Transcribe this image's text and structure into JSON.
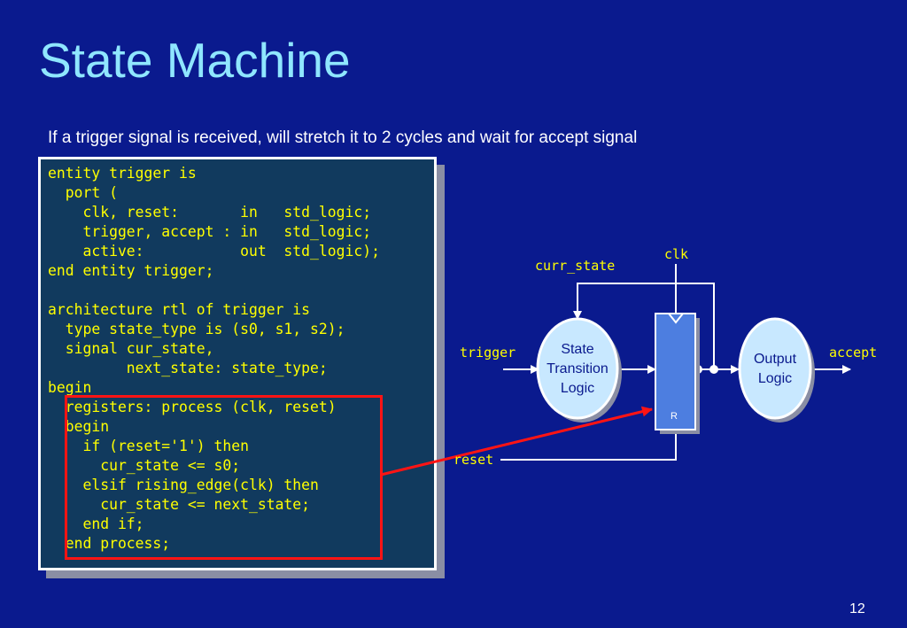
{
  "title": "State Machine",
  "subtitle": "If a trigger signal is received, will stretch it to 2 cycles and wait for accept signal",
  "code": "entity trigger is\n  port (\n    clk, reset:       in   std_logic;\n    trigger, accept : in   std_logic;\n    active:           out  std_logic);\nend entity trigger;\n\narchitecture rtl of trigger is\n  type state_type is (s0, s1, s2);\n  signal cur_state,\n         next_state: state_type;\nbegin\n  registers: process (clk, reset)\n  begin\n    if (reset='1') then\n      cur_state <= s0;\n    elsif rising_edge(clk) then\n      cur_state <= next_state;\n    end if;\n  end process;",
  "diagram": {
    "signals": {
      "clk": "clk",
      "curr_state": "curr_state",
      "trigger": "trigger",
      "accept": "accept",
      "reset": "reset"
    },
    "blocks": {
      "state_transition": "State\nTransition\nLogic",
      "output_logic": "Output\nLogic",
      "register_reset": "R"
    }
  },
  "colors": {
    "background": "#0a1a8e",
    "title": "#8fe6ff",
    "code_text": "#ffff00",
    "highlight": "#ff1414",
    "block_fill": "#c8e8ff"
  },
  "page_number": "12"
}
